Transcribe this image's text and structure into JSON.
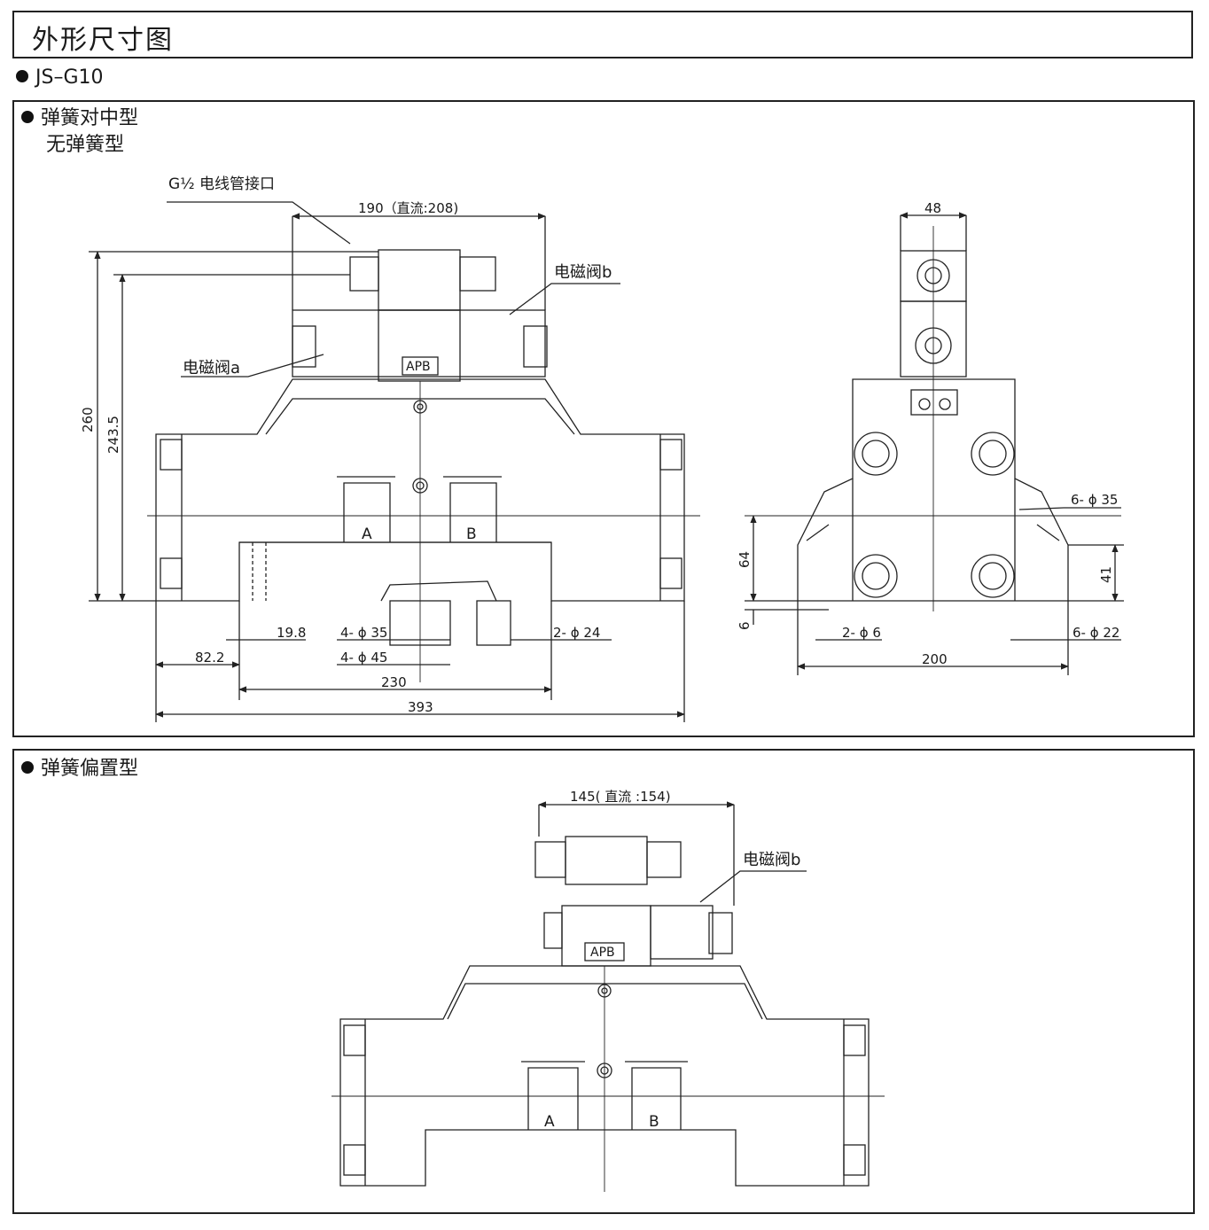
{
  "header": {
    "title": "外形尺寸图"
  },
  "model": {
    "label": "JS–G10"
  },
  "panel1": {
    "title_line1": "弹簧对中型",
    "title_line2": "无弹簧型",
    "conduit_label": "G½ 电线管接口",
    "solenoid_a": "电磁阀a",
    "solenoid_b": "电磁阀b",
    "apb": "APB",
    "port_a": "A",
    "port_b": "B",
    "dims": {
      "w190": "190（直流:208)",
      "h260": "260",
      "h243": "243.5",
      "d19_8": "19.8",
      "d82_2": "82.2",
      "hole35": "4- ϕ 35",
      "hole45": "4- ϕ 45",
      "hole24": "2- ϕ 24",
      "w230": "230",
      "w393": "393",
      "w48": "48",
      "hole6_35": "6- ϕ 35",
      "h64": "64",
      "h41": "41",
      "h6": "6",
      "hole2_6": "2- ϕ 6",
      "hole6_22": "6- ϕ 22",
      "w200": "200"
    }
  },
  "panel2": {
    "title": "弹簧偏置型",
    "solenoid_b": "电磁阀b",
    "apb": "APB",
    "port_a": "A",
    "port_b": "B",
    "w145": "145( 直流 :154)"
  }
}
